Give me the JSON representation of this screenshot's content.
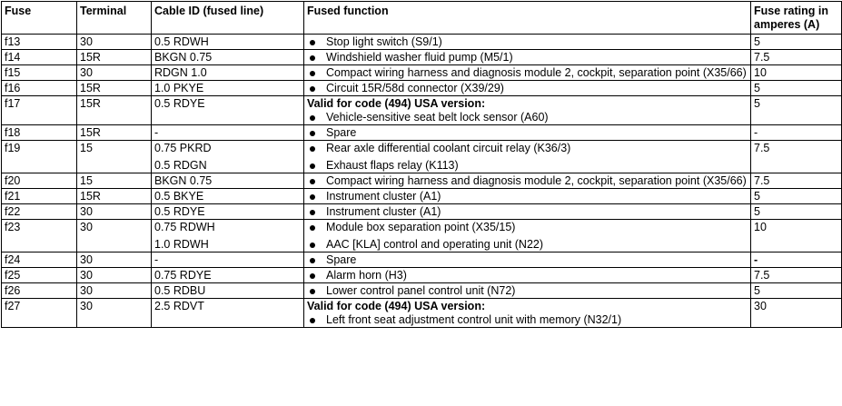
{
  "headers": {
    "fuse": "Fuse",
    "terminal": "Terminal",
    "cable": "Cable ID (fused line)",
    "function": "Fused function",
    "rating": "Fuse rating in amperes (A)"
  },
  "rows": [
    {
      "fuse": "f13",
      "terminal": "30",
      "cables": [
        "0.5 RDWH"
      ],
      "heading": "",
      "functions": [
        "Stop light switch (S9/1)"
      ],
      "rating": "5"
    },
    {
      "fuse": "f14",
      "terminal": "15R",
      "cables": [
        "BKGN 0.75"
      ],
      "heading": "",
      "functions": [
        "Windshield washer fluid pump (M5/1)"
      ],
      "rating": "7.5"
    },
    {
      "fuse": "f15",
      "terminal": "30",
      "cables": [
        "RDGN 1.0"
      ],
      "heading": "",
      "functions": [
        "Compact wiring harness and diagnosis module 2, cockpit, separation point (X35/66)"
      ],
      "rating": "10"
    },
    {
      "fuse": "f16",
      "terminal": "15R",
      "cables": [
        "1.0 PKYE"
      ],
      "heading": "",
      "functions": [
        "Circuit 15R/58d connector (X39/29)"
      ],
      "rating": "5"
    },
    {
      "fuse": "f17",
      "terminal": "15R",
      "cables": [
        "0.5 RDYE"
      ],
      "heading": "Valid for code (494) USA version:",
      "functions": [
        "Vehicle-sensitive seat belt lock sensor (A60)"
      ],
      "rating": "5"
    },
    {
      "fuse": "f18",
      "terminal": "15R",
      "cables": [
        "-"
      ],
      "heading": "",
      "functions": [
        "Spare"
      ],
      "rating": "-"
    },
    {
      "fuse": "f19",
      "terminal": "15",
      "cables": [
        "0.75 PKRD",
        "0.5 RDGN"
      ],
      "heading": "",
      "functions": [
        "Rear axle differential coolant circuit relay (K36/3)",
        "Exhaust flaps relay (K113)"
      ],
      "rating": "7.5"
    },
    {
      "fuse": "f20",
      "terminal": "15",
      "cables": [
        "BKGN 0.75"
      ],
      "heading": "",
      "functions": [
        "Compact wiring harness and diagnosis module 2, cockpit, separation point (X35/66)"
      ],
      "rating": "7.5"
    },
    {
      "fuse": "f21",
      "terminal": "15R",
      "cables": [
        "0.5 BKYE"
      ],
      "heading": "",
      "functions": [
        "Instrument cluster (A1)"
      ],
      "rating": "5"
    },
    {
      "fuse": "f22",
      "terminal": "30",
      "cables": [
        "0.5 RDYE"
      ],
      "heading": "",
      "functions": [
        "Instrument cluster (A1)"
      ],
      "rating": "5"
    },
    {
      "fuse": "f23",
      "terminal": "30",
      "cables": [
        "0.75 RDWH",
        "1.0 RDWH"
      ],
      "heading": "",
      "functions": [
        "Module box separation point (X35/15)",
        "AAC [KLA] control and operating unit (N22)"
      ],
      "rating": "10"
    },
    {
      "fuse": "f24",
      "terminal": "30",
      "cables": [
        "-"
      ],
      "heading": "",
      "functions": [
        "Spare"
      ],
      "rating": "-"
    },
    {
      "fuse": "f25",
      "terminal": "30",
      "cables": [
        "0.75 RDYE"
      ],
      "heading": "",
      "functions": [
        "Alarm horn (H3)"
      ],
      "rating": "7.5"
    },
    {
      "fuse": "f26",
      "terminal": "30",
      "cables": [
        "0.5 RDBU"
      ],
      "heading": "",
      "functions": [
        "Lower control panel control unit (N72)"
      ],
      "rating": "5"
    },
    {
      "fuse": "f27",
      "terminal": "30",
      "cables": [
        "2.5 RDVT"
      ],
      "heading": "Valid for code (494) USA version:",
      "functions": [
        "Left front seat adjustment control unit with memory (N32/1)"
      ],
      "rating": "30"
    }
  ]
}
